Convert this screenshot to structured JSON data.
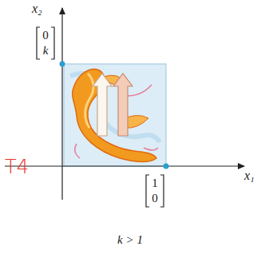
{
  "diagram": {
    "caption": "k > 1",
    "labels": [
      "x₂",
      "x₁",
      "0",
      "k",
      "1",
      "0",
      "T4"
    ]
  }
}
